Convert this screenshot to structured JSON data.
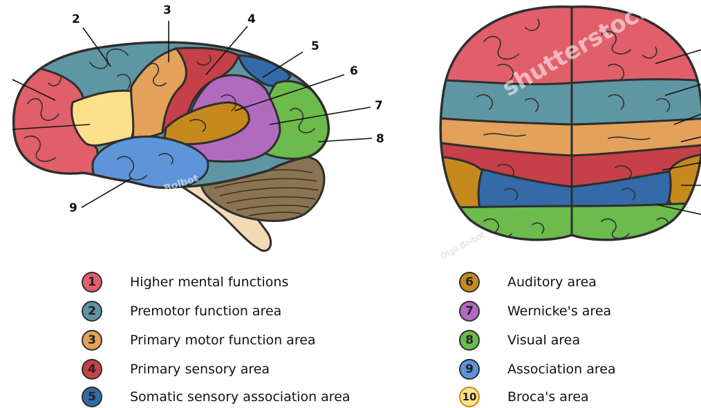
{
  "colors": {
    "higher": "#e05f6a",
    "premotor": "#5f96a3",
    "motor": "#e3a15a",
    "sensory": "#c54048",
    "somatic": "#346aa8",
    "auditory": "#c6891e",
    "wernicke": "#b06bbf",
    "visual": "#6cbb4c",
    "association": "#5e95d8",
    "broca": "#fde08a",
    "cerebellum": "#8a7453",
    "stem": "#f3d9b6",
    "outline": "#2e2e2e"
  },
  "side_view": {
    "callouts": [
      "2",
      "3",
      "4",
      "5",
      "6",
      "7",
      "8",
      "9"
    ],
    "watermark": "Olga Bolbot"
  },
  "top_view": {
    "watermark": "shutterstock",
    "credit": "Olga Bolbot"
  },
  "legend": {
    "left": [
      {
        "num": "1",
        "label": "Higher mental functions",
        "color": "#e05f6a"
      },
      {
        "num": "2",
        "label": "Premotor function area",
        "color": "#5f96a3"
      },
      {
        "num": "3",
        "label": "Primary motor function area",
        "color": "#e3a15a"
      },
      {
        "num": "4",
        "label": "Primary sensory area",
        "color": "#c54048"
      },
      {
        "num": "5",
        "label": "Somatic sensory association area",
        "color": "#346aa8"
      }
    ],
    "right": [
      {
        "num": "6",
        "label": "Auditory area",
        "color": "#c6891e"
      },
      {
        "num": "7",
        "label": "Wernicke's area",
        "color": "#b06bbf"
      },
      {
        "num": "8",
        "label": "Visual area",
        "color": "#6cbb4c"
      },
      {
        "num": "9",
        "label": "Association area",
        "color": "#5e95d8"
      },
      {
        "num": "10",
        "label": "Broca's area",
        "color": "#fde08a"
      }
    ]
  }
}
